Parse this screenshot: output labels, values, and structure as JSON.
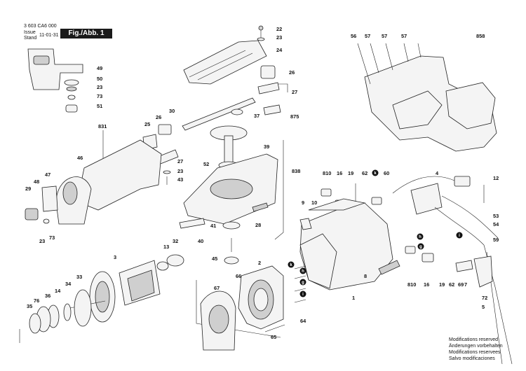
{
  "header": {
    "doc_number": "3 603 CA6 000",
    "issue_label": "Issue",
    "stand_label": "Stand",
    "issue_date": "11-01-31",
    "figure_label": "Fig./Abb. 1"
  },
  "notes": [
    "Modifications reserved",
    "Änderungen vorbehalten",
    "Modifications reservees",
    "Salvo modificaciones"
  ],
  "callouts": {
    "p22": "22",
    "p23a": "23",
    "p24": "24",
    "p26a": "26",
    "p27a": "27",
    "p37": "37",
    "p875": "875",
    "p49": "49",
    "p50": "50",
    "p23b": "23",
    "p73a": "73",
    "p51": "51",
    "p30": "30",
    "p26b": "26",
    "p25": "25",
    "p831": "831",
    "p27b": "27",
    "p23c": "23",
    "p43": "43",
    "p46": "46",
    "p47": "47",
    "p48": "48",
    "p29": "29",
    "p23d": "23",
    "p73b": "73",
    "p39": "39",
    "p52": "52",
    "p838": "838",
    "p28": "28",
    "p41": "41",
    "p40": "40",
    "p45": "45",
    "p56": "56",
    "p57a": "57",
    "p57b": "57",
    "p57c": "57",
    "p858": "858",
    "p810a": "810",
    "p16a": "16",
    "p19a": "19",
    "p62a": "62",
    "p60": "60",
    "p4": "4",
    "p12": "12",
    "p9": "9",
    "p10": "10",
    "p53": "53",
    "p54": "54",
    "p59": "59",
    "p8": "8",
    "p1": "1",
    "p810b": "810",
    "p16b": "16",
    "p19b": "19",
    "p62b": "62",
    "p69": "69",
    "p7": "7",
    "p72": "72",
    "p5": "5",
    "p13": "13",
    "p32": "32",
    "p3": "3",
    "p2": "2",
    "p33": "33",
    "p34": "34",
    "p14": "14",
    "p36": "36",
    "p76": "76",
    "p35": "35",
    "p66": "66",
    "p67": "67",
    "p65": "65",
    "p64": "64"
  },
  "badges": {
    "k1": "k",
    "h1": "h",
    "g1": "g",
    "i1": "i",
    "k2": "k",
    "h2": "h",
    "g2": "g",
    "i2": "i"
  }
}
